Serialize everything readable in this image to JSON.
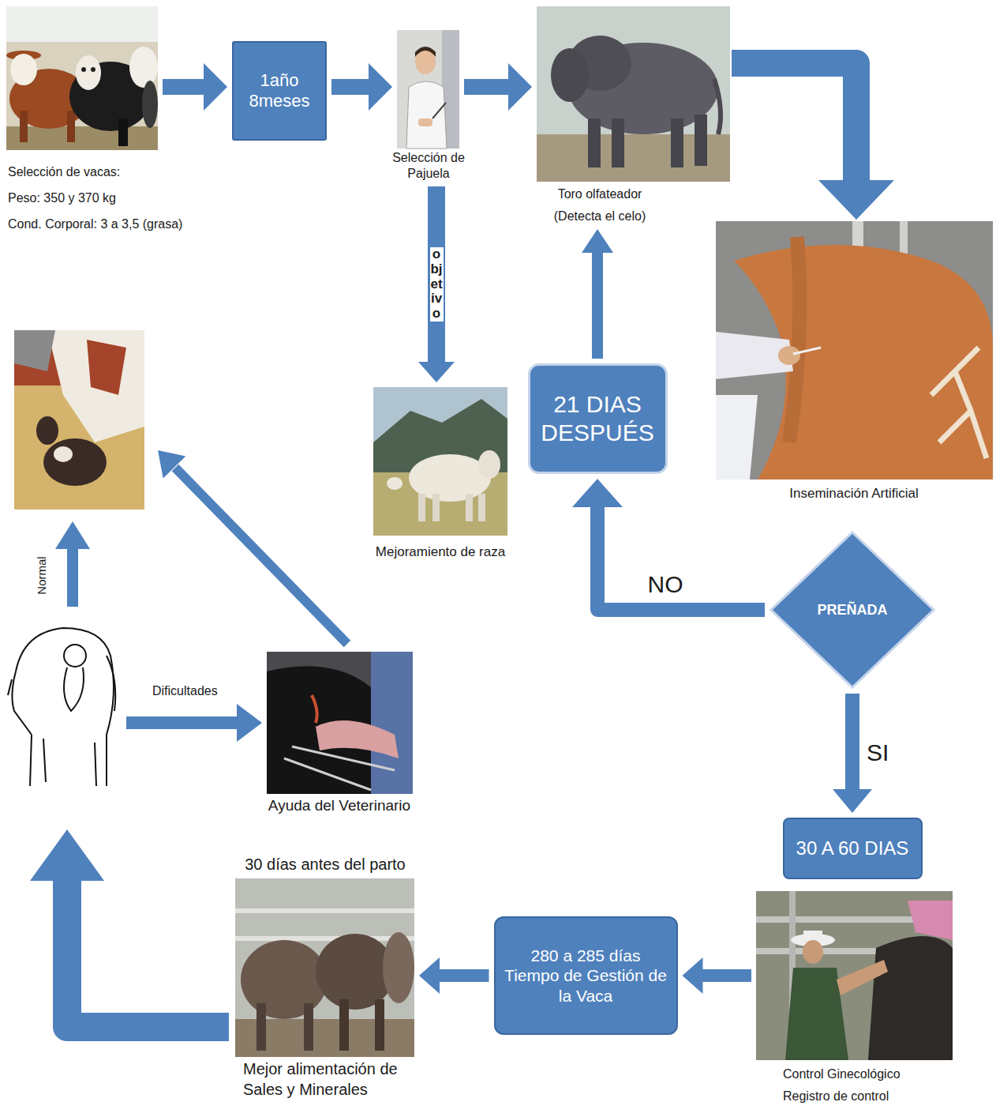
{
  "diagram": {
    "nodes": [
      {
        "text": [
          "Selección de vacas:",
          "Peso: 350 y 370 kg",
          "Cond. Corporal: 3 a 3,5 (grasa)"
        ]
      },
      {
        "text": [
          "1año 8meses"
        ]
      },
      {
        "text": [
          "Selección de Pajuela"
        ]
      },
      {
        "text": [
          "Toro olfateador",
          "(Detecta el celo)"
        ]
      },
      {
        "text": [
          "Inseminación Artificial"
        ]
      },
      {
        "text": [
          "Mejoramiento de raza"
        ]
      },
      {
        "text": [
          "21 DIAS DESPUÉS"
        ]
      },
      {
        "text": [
          "PREÑADA"
        ]
      },
      {
        "text": [
          "30 A 60 DIAS"
        ]
      },
      {
        "text": [
          "Control Ginecológico",
          "Registro de control"
        ]
      },
      {
        "text": [
          "280 a 285 días Tiempo de Gestión de la Vaca"
        ]
      },
      {
        "text": [
          "30 días antes del parto",
          "Mejor alimentación de Sales y Minerales"
        ]
      },
      {
        "text": [
          "Ayuda del Veterinario"
        ]
      }
    ],
    "edges": [
      {
        "from": 0,
        "to": 1,
        "arrow": "to"
      },
      {
        "from": 1,
        "to": 2,
        "arrow": "to"
      },
      {
        "from": 2,
        "to": 3,
        "arrow": "to"
      },
      {
        "from": 3,
        "to": 4,
        "arrow": "to"
      },
      {
        "from": 2,
        "to": 5,
        "label": "objetivo",
        "arrow": "to"
      },
      {
        "from": 7,
        "to": 6,
        "label": "NO",
        "arrow": "to"
      },
      {
        "from": 6,
        "to": 3,
        "arrow": "to"
      },
      {
        "from": 7,
        "to": 8,
        "label": "SI",
        "arrow": "to"
      },
      {
        "from": 9,
        "to": 10,
        "arrow": "to"
      },
      {
        "from": 10,
        "to": 11,
        "arrow": "to"
      }
    ],
    "labels": [
      "Normal",
      "Dificultades"
    ]
  }
}
